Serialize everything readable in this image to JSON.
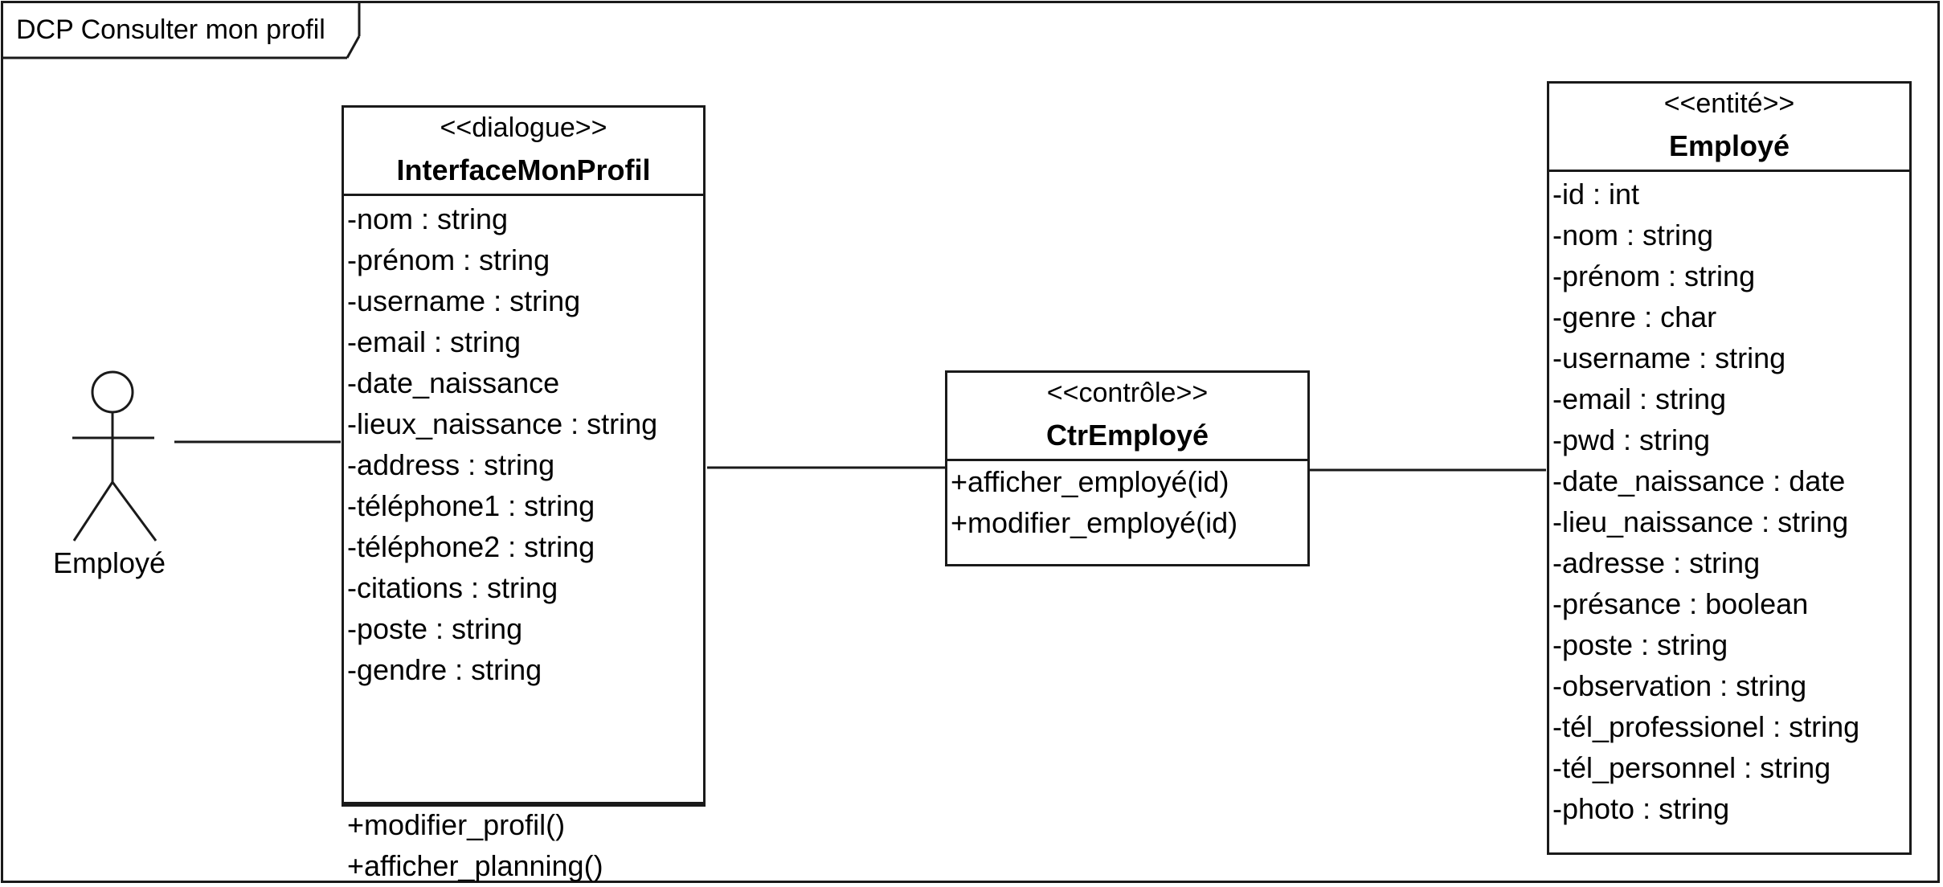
{
  "frame": {
    "title": "DCP Consulter mon profil"
  },
  "actor": {
    "label": "Employé"
  },
  "classes": {
    "interface": {
      "stereotype": "<<dialogue>>",
      "name": "InterfaceMonProfil",
      "attributes": [
        "-nom : string",
        "-prénom : string",
        "-username : string",
        "-email : string",
        "-date_naissance",
        "-lieux_naissance : string",
        "-address : string",
        "-téléphone1 : string",
        "-téléphone2 : string",
        "-citations : string",
        "-poste : string",
        "-gendre : string"
      ],
      "operations": [
        "+modifier_profil()",
        "+afficher_planning()"
      ]
    },
    "controle": {
      "stereotype": "<<contrôle>>",
      "name": "CtrEmployé",
      "operations": [
        "+afficher_employé(id)",
        "+modifier_employé(id)"
      ]
    },
    "entite": {
      "stereotype": "<<entité>>",
      "name": "Employé",
      "attributes": [
        "-id : int",
        "-nom : string",
        "-prénom : string",
        "-genre : char",
        "-username : string",
        "-email : string",
        "-pwd : string",
        "-date_naissance : date",
        "-lieu_naissance : string",
        "-adresse : string",
        "-présance : boolean",
        "-poste : string",
        "-observation : string",
        "-tél_professionel : string",
        "-tél_personnel : string",
        "-photo : string"
      ]
    }
  }
}
